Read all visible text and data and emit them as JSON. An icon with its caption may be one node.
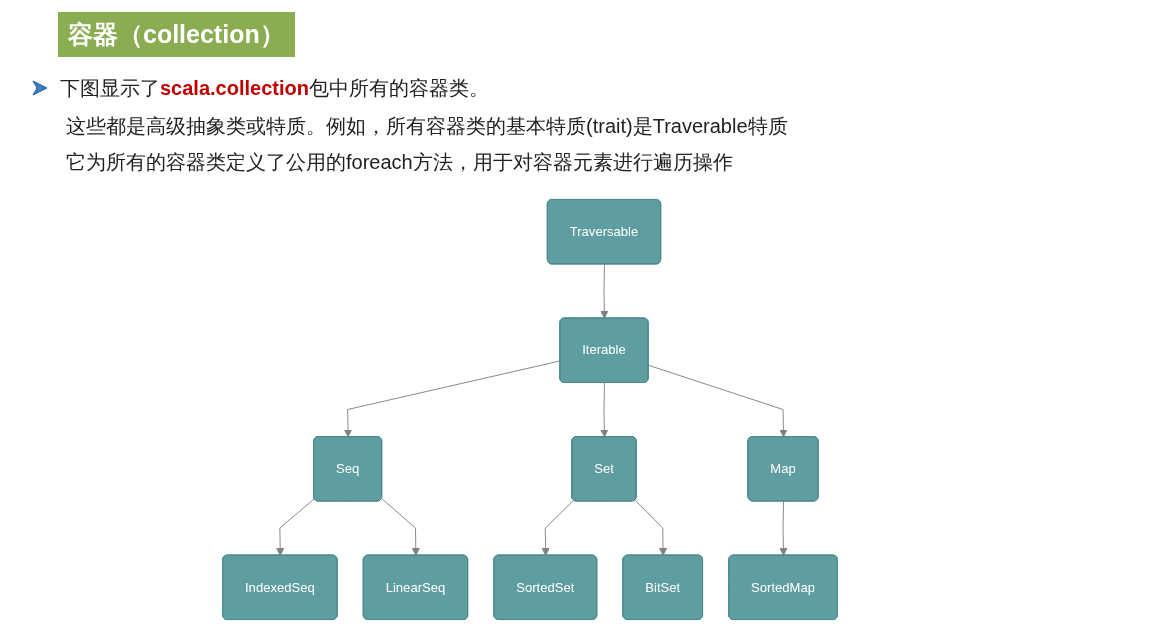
{
  "diagram": {
    "title": "容器（collection）",
    "nodes": [
      {
        "text": [
          "Traversable"
        ]
      },
      {
        "text": [
          "Iterable"
        ]
      },
      {
        "text": [
          "Seq"
        ]
      },
      {
        "text": [
          "Set"
        ]
      },
      {
        "text": [
          "Map"
        ]
      },
      {
        "text": [
          "IndexedSeq"
        ]
      },
      {
        "text": [
          "LinearSeq"
        ]
      },
      {
        "text": [
          "SortedSet"
        ]
      },
      {
        "text": [
          "BitSet"
        ]
      },
      {
        "text": [
          "SortedMap"
        ]
      }
    ],
    "edges": [
      {
        "from": 0,
        "to": 1,
        "arrow": "to"
      },
      {
        "from": 1,
        "to": 2,
        "arrow": "to"
      },
      {
        "from": 1,
        "to": 3,
        "arrow": "to"
      },
      {
        "from": 1,
        "to": 4,
        "arrow": "to"
      },
      {
        "from": 2,
        "to": 5,
        "arrow": "to"
      },
      {
        "from": 2,
        "to": 6,
        "arrow": "to"
      },
      {
        "from": 3,
        "to": 7,
        "arrow": "to"
      },
      {
        "from": 3,
        "to": 8,
        "arrow": "to"
      },
      {
        "from": 4,
        "to": 9,
        "arrow": "to"
      }
    ],
    "labels": [
      "下图显示了**scala.collection**包中所有的容器类。",
      "这些都是高级抽象类或特质。例如，所有容器类的基本特质(trait)是Traverable特质",
      "它为所有的容器类定义了公用的foreach方法，用于对容器元素进行遍历操作"
    ]
  }
}
